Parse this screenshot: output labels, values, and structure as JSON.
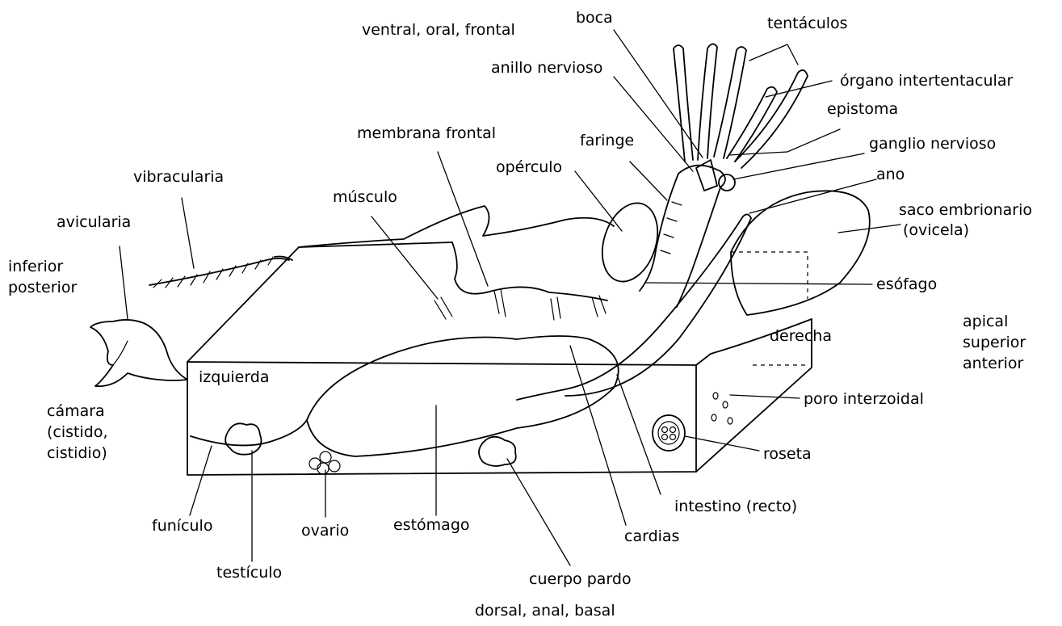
{
  "labels": {
    "ventral_oral_frontal": "ventral, oral, frontal",
    "boca": "boca",
    "tentaculos": "tentáculos",
    "anillo_nervioso": "anillo nervioso",
    "organo_intertentacular": "órgano intertentacular",
    "epistoma": "epistoma",
    "membrana_frontal": "membrana frontal",
    "faringe": "faringe",
    "ganglio_nervioso": "ganglio nervioso",
    "vibracularia": "vibracularia",
    "operculo": "opérculo",
    "ano": "ano",
    "musculo": "músculo",
    "saco_embrionario": "saco embrionario",
    "ovicela": "(ovicela)",
    "avicularia": "avicularia",
    "inferior": "inferior",
    "posterior": "posterior",
    "esofago": "esófago",
    "apical": "apical",
    "superior": "superior",
    "anterior": "anterior",
    "derecha": "derecha",
    "izquierda": "izquierda",
    "poro_interzoidal": "poro interzoidal",
    "camara": "cámara",
    "cistido": "(cistido,",
    "cistidio": "cistidio)",
    "roseta": "roseta",
    "intestino_recto": "intestino (recto)",
    "funiculo": "funículo",
    "ovario": "ovario",
    "estomago": "estómago",
    "cardias": "cardias",
    "testiculo": "testículo",
    "cuerpo_pardo": "cuerpo pardo",
    "dorsal_anal_basal": "dorsal, anal, basal"
  }
}
